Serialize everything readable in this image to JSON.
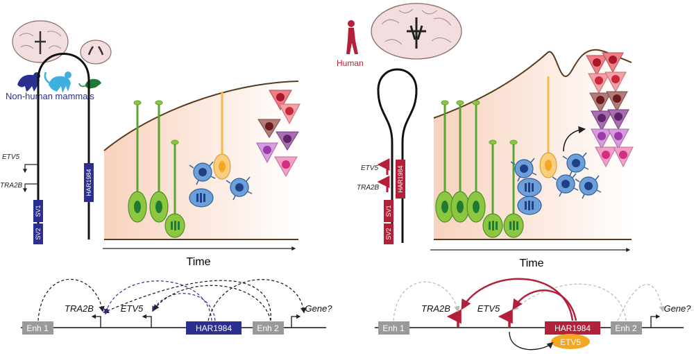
{
  "left": {
    "caption": "Non-human mammals",
    "time_label": "Time",
    "loop": {
      "etv5": "ETV5",
      "tra2b": "TRA2B",
      "sv1": "SV1",
      "sv2": "SV2",
      "har": "HAR1984"
    },
    "track": {
      "enh1": "Enh 1",
      "tra2b": "TRA2B",
      "etv5": "ETV5",
      "har": "HAR1984",
      "enh2": "Enh 2",
      "gene": "Gene?"
    }
  },
  "right": {
    "caption": "Human",
    "time_label": "Time",
    "loop": {
      "etv5": "ETV5",
      "tra2b": "TRA2B",
      "sv1": "SV1",
      "sv2": "SV2",
      "har": "HAR1984"
    },
    "track": {
      "enh1": "Enh 1",
      "tra2b": "TRA2B",
      "etv5": "ETV5",
      "har": "HAR1984",
      "etv5_protein": "ETV5",
      "enh2": "Enh 2",
      "gene": "Gene?"
    }
  },
  "colors": {
    "navy": "#2b2f8f",
    "crimson": "#b3203a",
    "green": "#8dc63f",
    "green_dark": "#1f7a36",
    "yellow": "#f6b94a",
    "blue_cell": "#4a86c8",
    "grey_box": "#9a9a9a",
    "orange_protein": "#f5a623"
  }
}
